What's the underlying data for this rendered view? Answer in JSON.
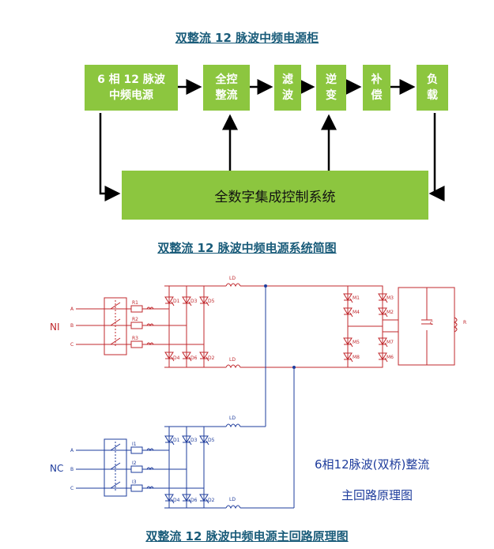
{
  "captions": {
    "top": "双整流 12 脉波中频电源柜",
    "middle": "双整流 12 脉波中频电源系统简图",
    "bottom": "双整流 12 脉波中频电源主回路原理图"
  },
  "blocks": {
    "source": "6 相 12 脉波\n中频电源",
    "rectifier": "全控\n整流",
    "filter": "滤\n波",
    "inverter": "逆\n变",
    "compensate": "补\n偿",
    "load": "负\n载",
    "control": "全数字集成控制系统"
  },
  "circuit": {
    "label_n1": "NI",
    "label_nc": "NC",
    "phases_top": [
      "A",
      "B",
      "C"
    ],
    "phases_bottom": [
      "A",
      "B",
      "C"
    ],
    "resistors_top": [
      "R1",
      "R2",
      "R3"
    ],
    "resistors_bottom": [
      "I1",
      "I2",
      "I3"
    ],
    "thyristors_top_row": [
      "D1",
      "D3",
      "D5"
    ],
    "thyristors_bottom_row": [
      "D4",
      "D6",
      "D2"
    ],
    "inductor_label": "LD",
    "inverter_left": [
      "M1",
      "M4",
      "M5",
      "M8"
    ],
    "inverter_right": [
      "M3",
      "M2",
      "M7",
      "M6"
    ],
    "cap_label": "C",
    "load_label": "R",
    "note_line1": "6相12脉波(双桥)整流",
    "note_line2": "主回路原理图"
  },
  "colors": {
    "block": "#8cc63f",
    "caption": "#1a5c7a",
    "circuit_red": "#c0282d",
    "circuit_blue": "#1e3c9c"
  }
}
